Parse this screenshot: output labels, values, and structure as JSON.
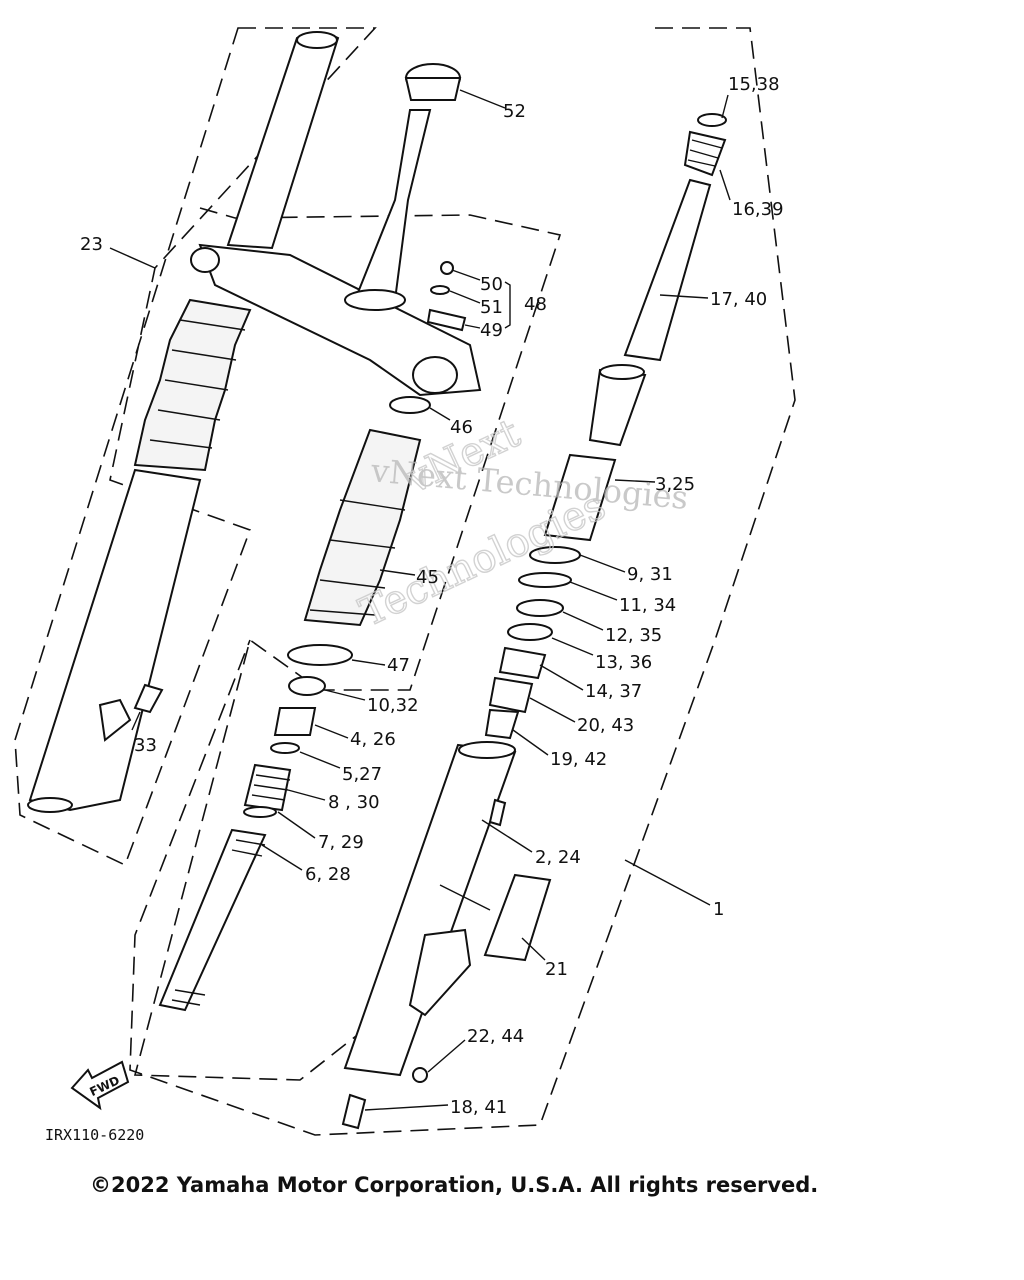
{
  "diagram_code": "IRX110-6220",
  "copyright": "©2022 Yamaha Motor Corporation, U.S.A. All rights reserved.",
  "watermark": {
    "line1": "vNext Technologies",
    "line2": "vNext",
    "line3": "Technologies"
  },
  "fwd_label": "FWD",
  "callouts": [
    {
      "id": "52",
      "text": "52"
    },
    {
      "id": "15_38",
      "text": "15,38"
    },
    {
      "id": "16_39",
      "text": "16,39"
    },
    {
      "id": "23",
      "text": "23"
    },
    {
      "id": "50",
      "text": "50"
    },
    {
      "id": "51",
      "text": "51"
    },
    {
      "id": "48",
      "text": "48"
    },
    {
      "id": "49",
      "text": "49"
    },
    {
      "id": "17_40",
      "text": "17, 40"
    },
    {
      "id": "46",
      "text": "46"
    },
    {
      "id": "3_25",
      "text": "3,25"
    },
    {
      "id": "9_31",
      "text": "9, 31"
    },
    {
      "id": "11_34",
      "text": "11, 34"
    },
    {
      "id": "45",
      "text": "45"
    },
    {
      "id": "12_35",
      "text": "12, 35"
    },
    {
      "id": "13_36",
      "text": "13, 36"
    },
    {
      "id": "47",
      "text": "47"
    },
    {
      "id": "14_37",
      "text": "14, 37"
    },
    {
      "id": "10_32",
      "text": "10,32"
    },
    {
      "id": "20_43",
      "text": "20, 43"
    },
    {
      "id": "33",
      "text": "33"
    },
    {
      "id": "4_26",
      "text": "4, 26"
    },
    {
      "id": "19_42",
      "text": "19, 42"
    },
    {
      "id": "5_27",
      "text": "5,27"
    },
    {
      "id": "8_30",
      "text": "8 , 30"
    },
    {
      "id": "7_29",
      "text": "7, 29"
    },
    {
      "id": "2_24",
      "text": "2, 24"
    },
    {
      "id": "6_28",
      "text": "6, 28"
    },
    {
      "id": "1",
      "text": "1"
    },
    {
      "id": "21",
      "text": "21"
    },
    {
      "id": "22_44",
      "text": "22, 44"
    },
    {
      "id": "18_41",
      "text": "18, 41"
    }
  ]
}
